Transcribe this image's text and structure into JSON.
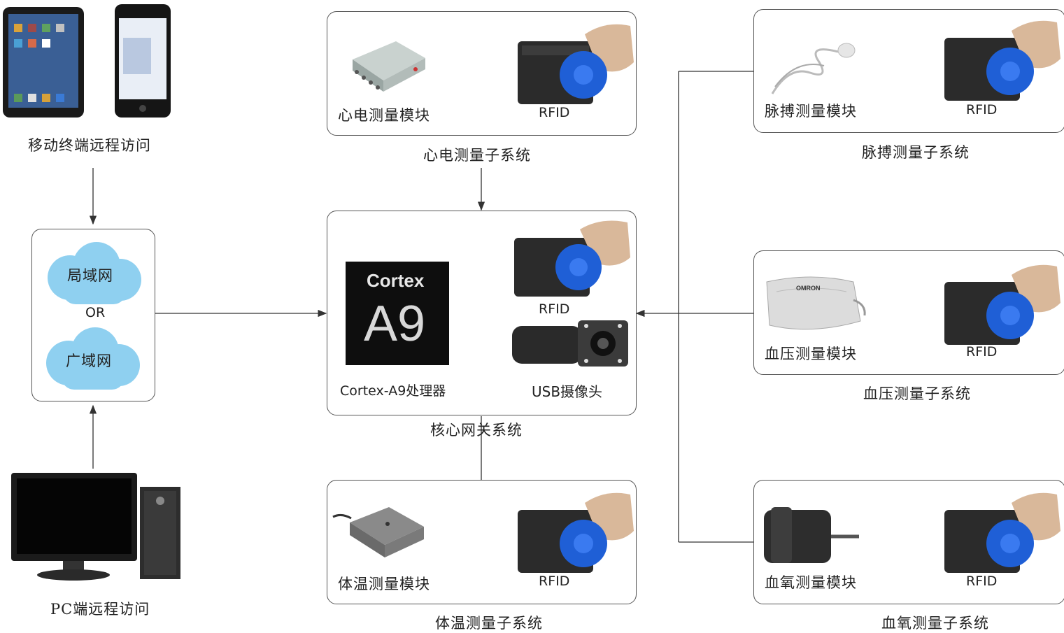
{
  "mobile": {
    "label": "移动终端远程访问"
  },
  "pc": {
    "label": "PC端远程访问"
  },
  "network": {
    "lan": "局域网",
    "or": "OR",
    "wan": "广域网"
  },
  "ecg": {
    "module": "心电测量模块",
    "rfid": "RFID",
    "caption": "心电测量子系统"
  },
  "core": {
    "cpu_brand": "Cortex",
    "cpu_model": "A9",
    "cpu": "Cortex-A9处理器",
    "rfid": "RFID",
    "camera": "USB摄像头",
    "caption": "核心网关系统"
  },
  "temp": {
    "module": "体温测量模块",
    "rfid": "RFID",
    "caption": "体温测量子系统"
  },
  "pulse": {
    "module": "脉搏测量模块",
    "rfid": "RFID",
    "caption": "脉搏测量子系统"
  },
  "bp": {
    "brand": "OMRON",
    "module": "血压测量模块",
    "rfid": "RFID",
    "caption": "血压测量子系统"
  },
  "spo2": {
    "module": "血氧测量模块",
    "rfid": "RFID",
    "caption": "血氧测量子系统"
  },
  "colors": {
    "line": "#333333",
    "cloud": "#8fd0f0",
    "rfid_tag": "#1f5fd6",
    "reader": "#2b2b2b"
  }
}
